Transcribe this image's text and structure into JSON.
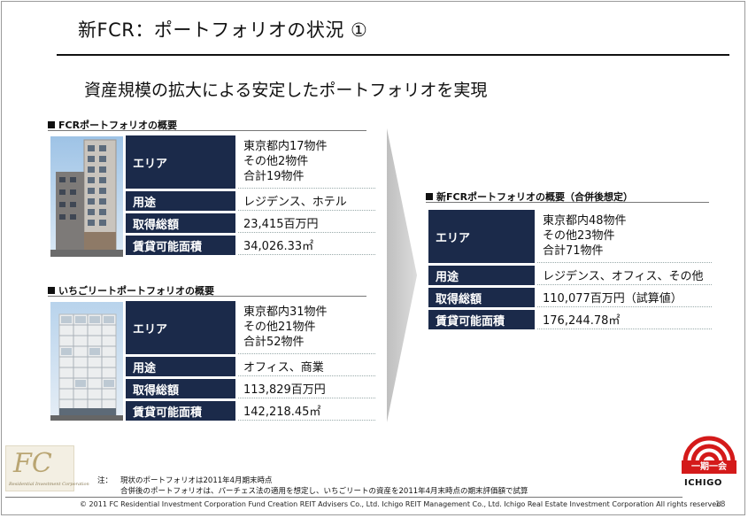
{
  "title": "新FCR：ポートフォリオの状況 ①",
  "subtitle": "資産規模の拡大による安定したポートフォリオを実現",
  "fcr": {
    "heading": "FCRポートフォリオの概要",
    "rows": [
      {
        "label": "エリア",
        "lines": [
          "東京都内17物件",
          "その他2物件",
          "合計19物件"
        ]
      },
      {
        "label": "用途",
        "lines": [
          "レジデンス、ホテル"
        ]
      },
      {
        "label": "取得総額",
        "lines": [
          "23,415百万円"
        ]
      },
      {
        "label": "賃貸可能面積",
        "lines": [
          "34,026.33㎡"
        ]
      }
    ]
  },
  "ichigo_reit": {
    "heading": "いちごリートポートフォリオの概要",
    "rows": [
      {
        "label": "エリア",
        "lines": [
          "東京都内31物件",
          "その他21物件",
          "合計52物件"
        ]
      },
      {
        "label": "用途",
        "lines": [
          "オフィス、商業"
        ]
      },
      {
        "label": "取得総額",
        "lines": [
          "113,829百万円"
        ]
      },
      {
        "label": "賃貸可能面積",
        "lines": [
          "142,218.45㎡"
        ]
      }
    ]
  },
  "new_fcr": {
    "heading": "新FCRポートフォリオの概要（合併後想定）",
    "rows": [
      {
        "label": "エリア",
        "lines": [
          "東京都内48物件",
          "その他23物件",
          "合計71物件"
        ]
      },
      {
        "label": "用途",
        "lines": [
          "レジデンス、オフィス、その他"
        ]
      },
      {
        "label": "取得総額",
        "lines": [
          "110,077百万円（試算値）"
        ]
      },
      {
        "label": "賃貸可能面積",
        "lines": [
          "176,244.78㎡"
        ]
      }
    ]
  },
  "notes": {
    "mark": "注：",
    "line1": "現状のポートフォリオは2011年4月期末時点",
    "line2": "合併後のポートフォリオは、パーチェス法の適用を想定し、いちごリートの資産を2011年4月末時点の期末評価額で試算"
  },
  "footer": "© 2011 FC Residential Investment Corporation  Fund Creation REIT Advisers Co., Ltd.   Ichigo REIT Management Co., Ltd.   Ichigo Real Estate Investment Corporation    All rights reserved.",
  "page_number": "18",
  "logo_left": {
    "monogram": "FC",
    "caption": "Residential Investment Corporation"
  },
  "logo_right": {
    "band": "一期一会",
    "name": "ICHIGO"
  },
  "colors": {
    "label_bg": "#1b2a4a",
    "accent_red": "#d41a1a"
  }
}
